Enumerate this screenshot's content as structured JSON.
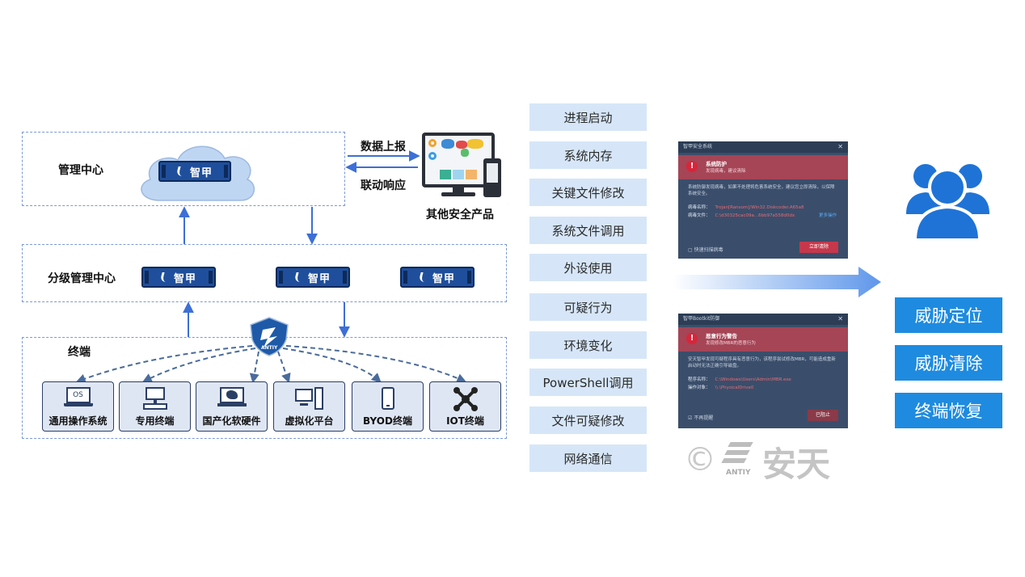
{
  "diagram": {
    "management_center": "管理中心",
    "sub_management_center": "分级管理中心",
    "terminal": "终端",
    "data_report": "数据上报",
    "linkage_response": "联动响应",
    "other_security_products": "其他安全产品",
    "server_label": "智甲",
    "shield_label": "ANTIY",
    "terminals": [
      {
        "label": "通用操作系统",
        "icon_text": "OS"
      },
      {
        "label": "专用终端"
      },
      {
        "label": "国产化软硬件"
      },
      {
        "label": "虚拟化平台"
      },
      {
        "label": "BYOD终端"
      },
      {
        "label": "IOT终端"
      }
    ]
  },
  "features": [
    "进程启动",
    "系统内存",
    "关键文件修改",
    "系统文件调用",
    "外设使用",
    "可疑行为",
    "环境变化",
    "PowerShell调用",
    "文件可疑修改",
    "网络通信"
  ],
  "window1": {
    "title": "智甲安全系统",
    "alert_title": "系统防护",
    "alert_sub": "发现病毒，建议清除",
    "body": "系统防御发现病毒，如果不处理将危害系统安全，建议您立即清除，以保障系统安全。",
    "virus_name_label": "病毒名称：",
    "virus_name": "Trojan[Ransom]/Win32.Diskcoder.A65a8",
    "virus_file_label": "病毒文件：",
    "virus_file": "C:\\d30325cac09a...6bb97a558d0dx",
    "more": "更多操作",
    "checkbox": "快速扫描病毒",
    "button": "立即清除"
  },
  "window2": {
    "title": "智甲Bootkit防御",
    "alert_title": "恶意行为警告",
    "alert_sub": "发现修改MBR的恶意行为",
    "body": "安天智甲发现可疑程序具有恶意行为，该程序尝试修改MBR，可能造成重新启动时无法正确引导磁盘。",
    "program_label": "程序名称：",
    "program": "C:\\Windows\\Users\\Admin\\MBR.exe",
    "target_label": "操作对象：",
    "target": "\\\\.\\PhysicalDrive0",
    "checkbox": "不再提醒",
    "button": "已阻止"
  },
  "watermark": {
    "symbol": "©",
    "brand": "安天",
    "brand_en": "ANTIY"
  },
  "results": [
    "威胁定位",
    "威胁清除",
    "终端恢复"
  ],
  "colors": {
    "accent": "#1e8be0",
    "feature_bg": "#d6e6f8",
    "server": "#1f4f9c",
    "alert": "#a54556",
    "dash": "#7a9ad6"
  }
}
